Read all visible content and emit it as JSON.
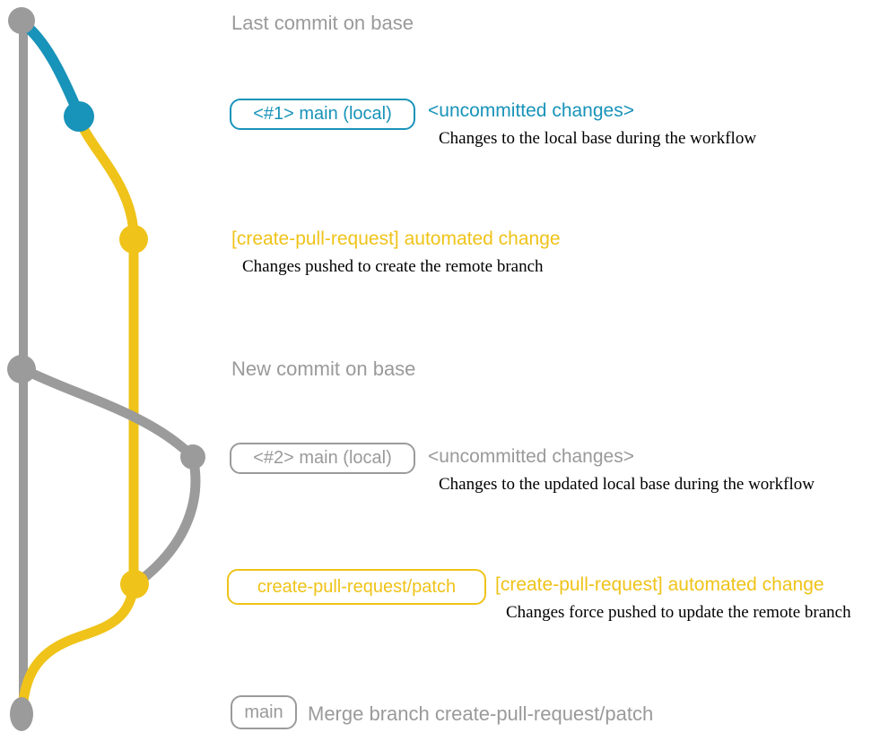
{
  "colors": {
    "background": "#ffffff",
    "base_gray": "#9b9b9b",
    "blue": "#1893b9",
    "yellow": "#efc319",
    "text_gray": "#9a9a9a",
    "annotation_black": "#000000"
  },
  "graph": {
    "branches": [
      {
        "name": "base",
        "color": "gray"
      },
      {
        "name": "main (local)",
        "color": "blue"
      },
      {
        "name": "create-pull-request/patch",
        "color": "yellow"
      }
    ],
    "commits": [
      {
        "id": "last-commit-on-base",
        "branch": "base",
        "color": "gray"
      },
      {
        "id": "local-main-commit-1",
        "branch": "main (local)",
        "color": "blue"
      },
      {
        "id": "automated-change-commit-1",
        "branch": "create-pull-request/patch",
        "color": "yellow"
      },
      {
        "id": "new-commit-on-base",
        "branch": "base",
        "color": "gray"
      },
      {
        "id": "local-main-commit-2",
        "branch": "main (local)",
        "color": "gray"
      },
      {
        "id": "automated-change-commit-2",
        "branch": "create-pull-request/patch",
        "color": "yellow"
      },
      {
        "id": "merge-commit",
        "branch": "base",
        "color": "gray"
      }
    ]
  },
  "annotations": {
    "last_commit": "Last commit on base",
    "row1": {
      "badge": "<#1> main (local)",
      "title": "<uncommitted changes>",
      "desc": "Changes to the local base during the workflow"
    },
    "row2": {
      "title": "[create-pull-request] automated change",
      "desc": "Changes pushed to create the remote branch"
    },
    "new_commit": "New commit on base",
    "row3": {
      "badge": "<#2> main (local)",
      "title": "<uncommitted changes>",
      "desc": "Changes to the updated local base during the workflow"
    },
    "row4": {
      "badge": "create-pull-request/patch",
      "title": "[create-pull-request] automated change",
      "desc": "Changes force pushed to update the remote branch"
    },
    "row5": {
      "badge": "main",
      "title": "Merge branch create-pull-request/patch"
    }
  }
}
